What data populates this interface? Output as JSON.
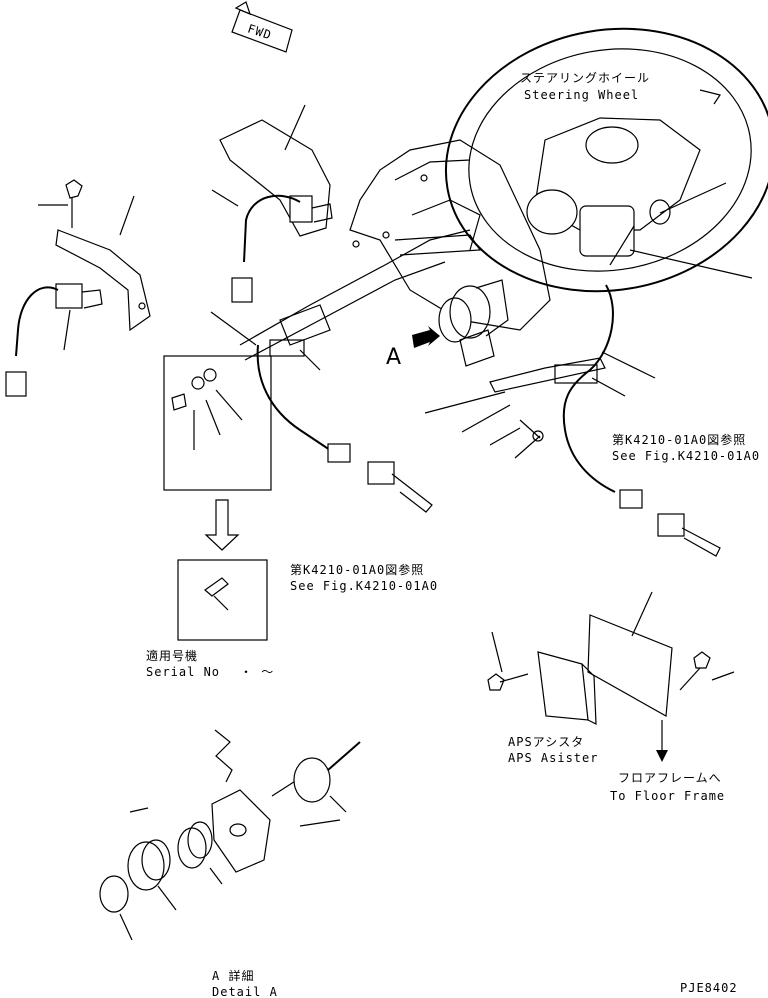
{
  "fwd_label": "FWD",
  "steering_wheel": {
    "ja": "ステアリングホイール",
    "en": "Steering Wheel"
  },
  "view_a_marker": "A",
  "ref_right": {
    "ja": "第K4210-01A0図参照",
    "en": "See Fig.K4210-01A0"
  },
  "ref_center": {
    "ja": "第K4210-01A0図参照",
    "en": "See Fig.K4210-01A0"
  },
  "serial": {
    "ja": "適用号機",
    "en": "Serial No",
    "range": "・ ～"
  },
  "aps": {
    "ja": "APSアシスタ",
    "en": "APS Asister"
  },
  "floor": {
    "ja": "フロアフレームへ",
    "en": "To Floor Frame"
  },
  "detail": {
    "ja": "A 詳細",
    "en": "Detail A"
  },
  "drawing_no": "PJE8402"
}
